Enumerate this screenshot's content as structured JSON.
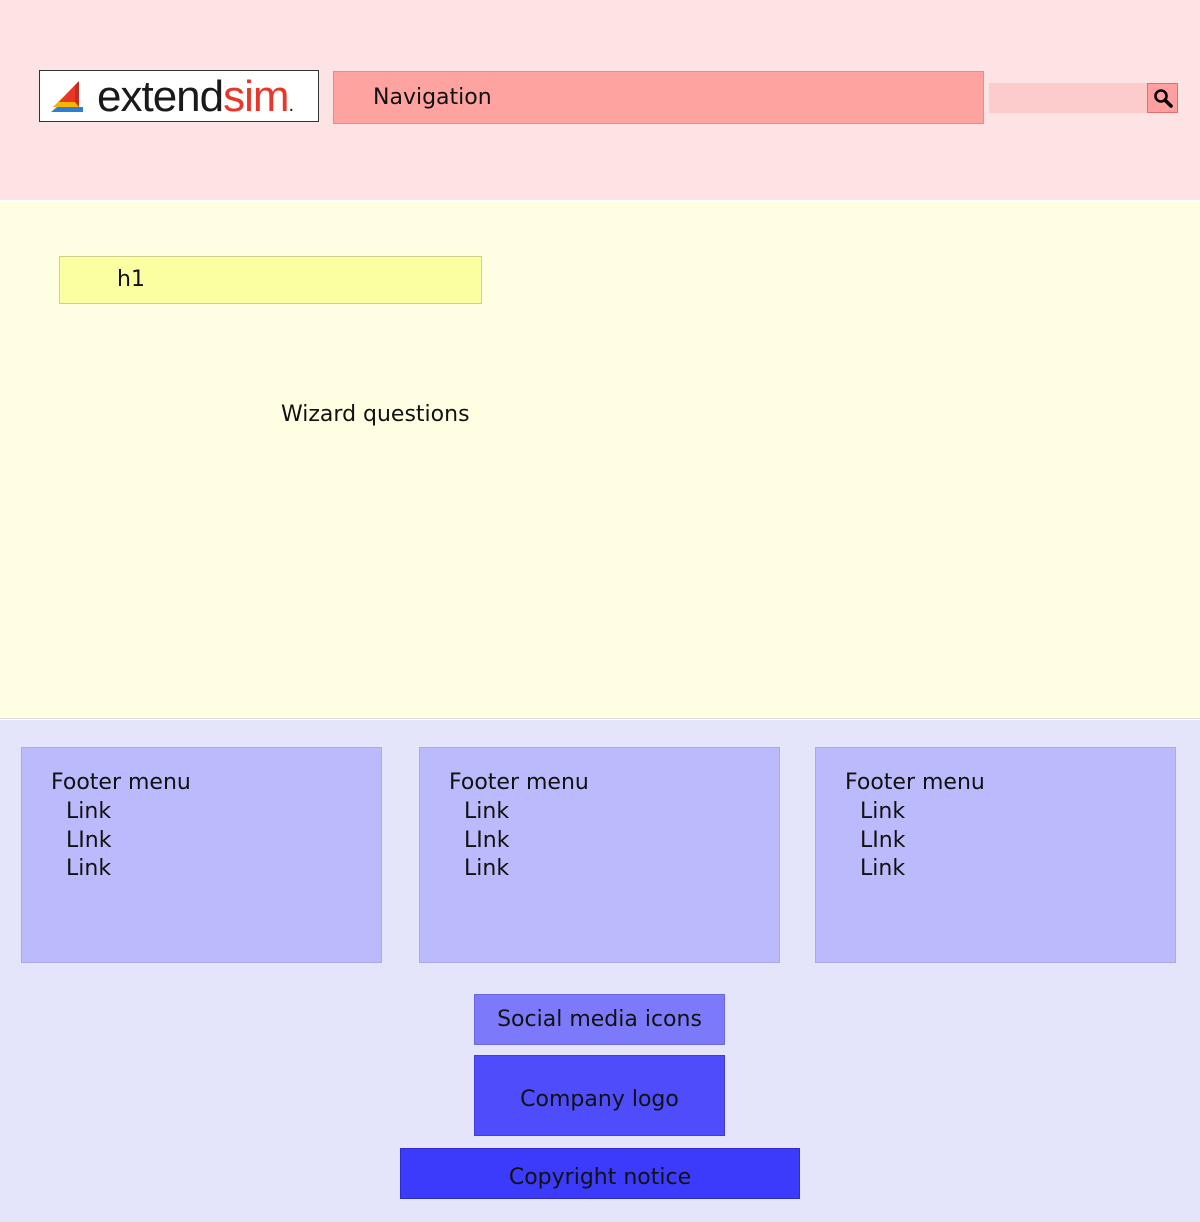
{
  "header": {
    "logo": {
      "text_a": "extend",
      "text_b": "sim",
      "text_c": ".",
      "colors": {
        "red": "#e8372a",
        "yellow": "#f7b500",
        "blue": "#2d7fd6"
      }
    },
    "nav_label": "Navigation",
    "search": {
      "value": "",
      "placeholder": "",
      "icon": "search-icon"
    }
  },
  "main": {
    "h1": "h1",
    "wizard": "Wizard questions"
  },
  "footer": {
    "columns": [
      {
        "title": "Footer menu",
        "links": [
          "Link",
          "LInk",
          "Link"
        ]
      },
      {
        "title": "Footer menu",
        "links": [
          "Link",
          "LInk",
          "Link"
        ]
      },
      {
        "title": "Footer menu",
        "links": [
          "Link",
          "LInk",
          "Link"
        ]
      }
    ],
    "social": "Social media icons",
    "company_logo": "Company logo",
    "copyright": "Copyright notice"
  },
  "colors": {
    "header_bg": "#fde3e3",
    "nav_bg": "#ffa3a1",
    "main_bg": "#fffee2",
    "h1_bg": "#fbfea1",
    "footer_bg": "#e4e4fb",
    "footer_col_bg": "#bbbafc",
    "social_bg": "#7c7afb",
    "company_logo_bg": "#4f4cfc",
    "copyright_bg": "#3c3bfc"
  }
}
